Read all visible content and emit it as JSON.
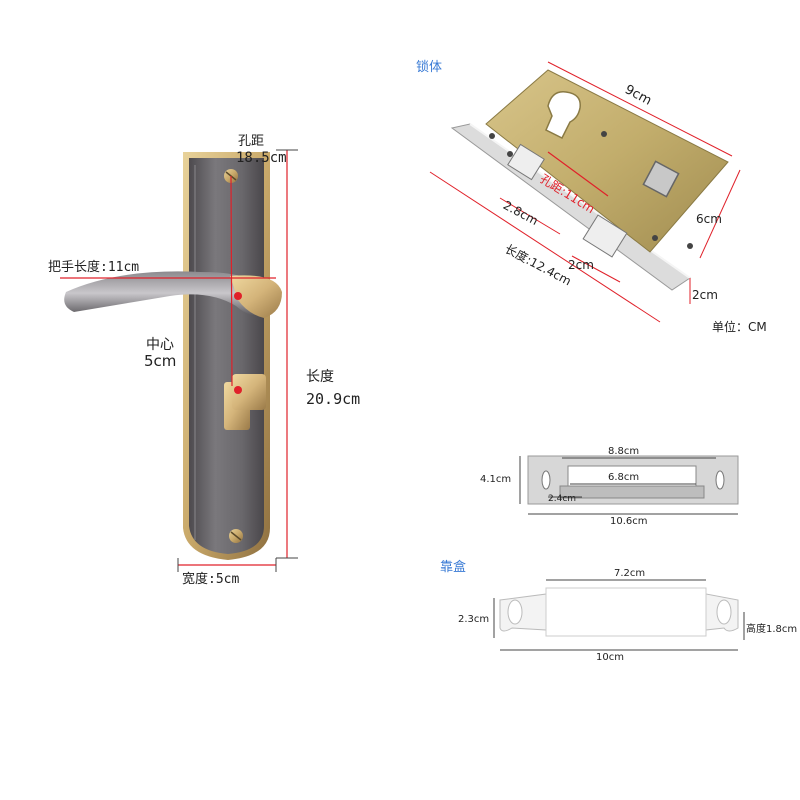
{
  "handle": {
    "hole_label": "孔距",
    "hole_value": "18.5cm",
    "handle_length": "把手长度:11cm",
    "center_label": "中心",
    "center_value": "5cm",
    "length_label": "长度",
    "length_value": "20.9cm",
    "width": "宽度:5cm"
  },
  "lock_body": {
    "title": "锁体",
    "width": "9cm",
    "hole": "孔距:11cm",
    "depth": "2.8cm",
    "height": "6cm",
    "bolt": "2cm",
    "length": "长度:12.4cm",
    "face": "2cm",
    "unit": "单位：CM"
  },
  "strike_plate": {
    "outer": "8.8cm",
    "inner": "6.8cm",
    "height": "4.1cm",
    "slot": "2.4cm",
    "total": "10.6cm"
  },
  "strike_box": {
    "title": "靠盒",
    "top": "7.2cm",
    "height": "2.3cm",
    "depth": "高度1.8cm",
    "total": "10cm"
  },
  "colors": {
    "plate": "#6f6d70",
    "gold": "#c9a96a",
    "dim_red": "#e0212a",
    "blue_title": "#3a7bd5"
  }
}
